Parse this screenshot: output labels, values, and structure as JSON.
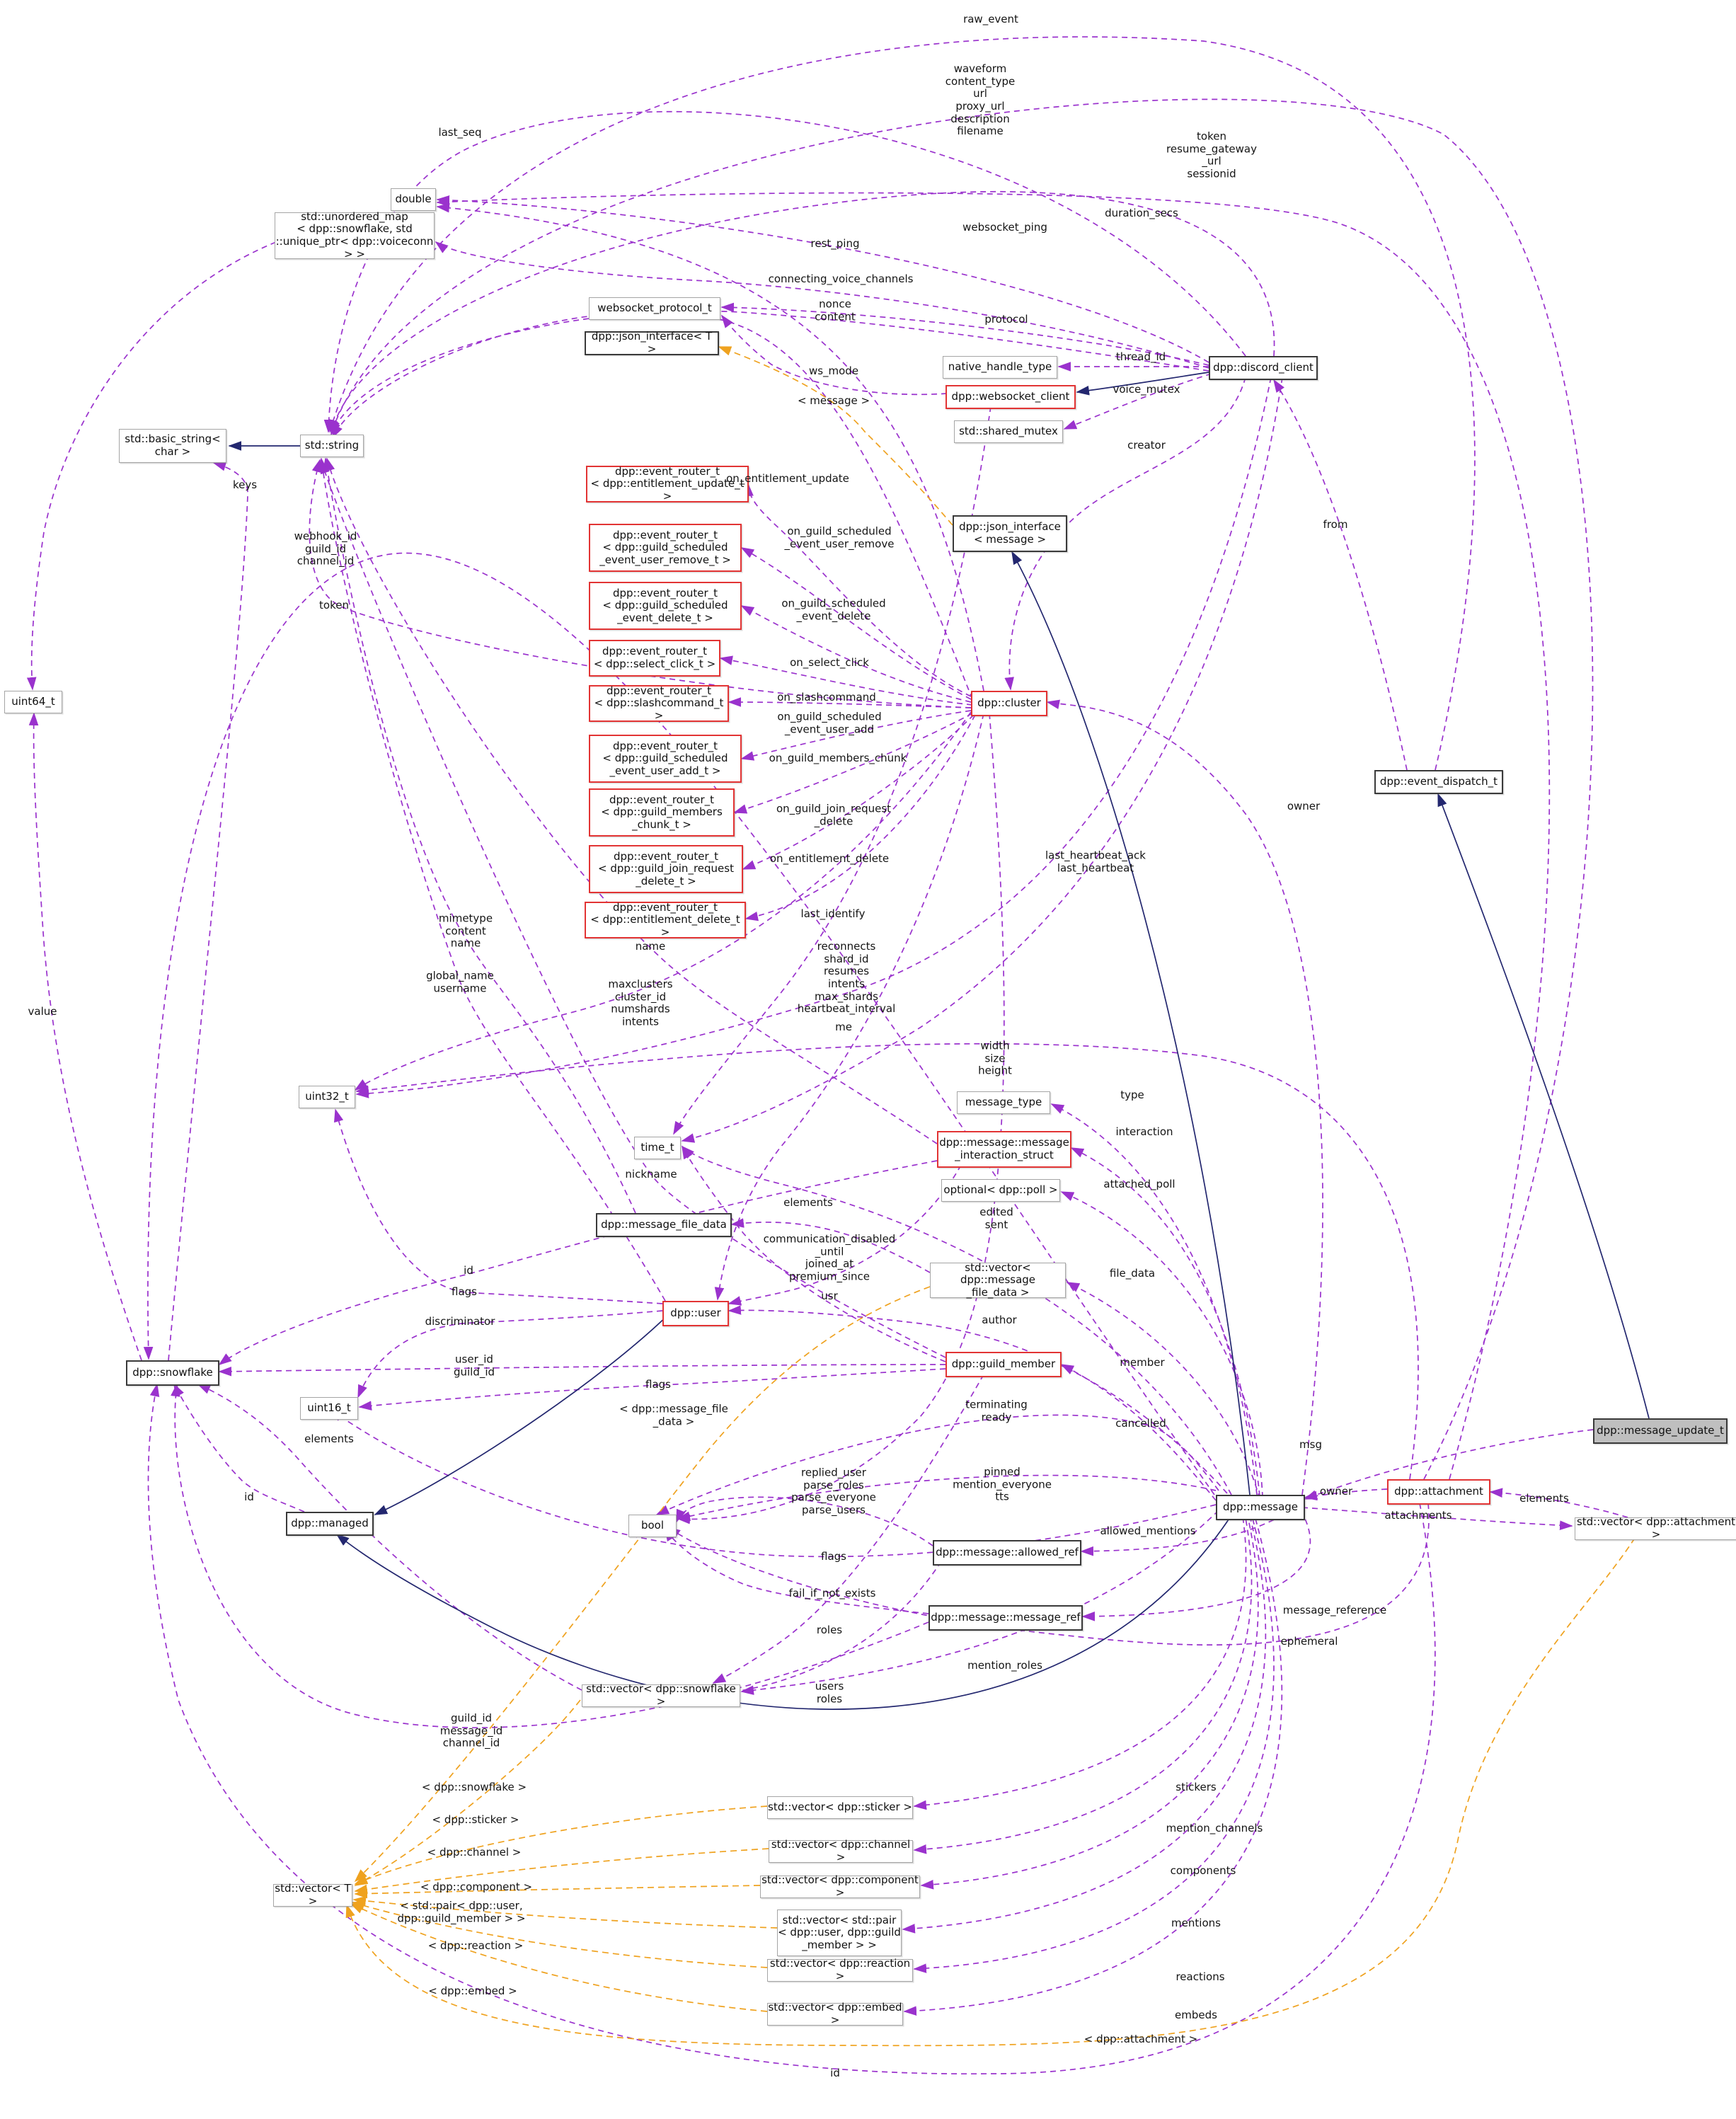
{
  "diagram": {
    "kind": "doxygen-collaboration-graph",
    "highlight_node": "dpp::message_update_t",
    "colors": {
      "usage_edge": "#9a32cd",
      "template_edge": "#efa21f",
      "inheritance_edge": "#23276f",
      "red_border": "#e23434",
      "bold_border": "#3a3a3a",
      "plain_border": "#a5a5a5",
      "highlight_bg": "#bfbfbf",
      "background": "#ffffff"
    }
  },
  "nodes": [
    {
      "id": "basicstring",
      "label": "std::basic_string<\nchar >",
      "style": "plain"
    },
    {
      "id": "string",
      "label": "std::string",
      "style": "plain"
    },
    {
      "id": "uint64",
      "label": "uint64_t",
      "style": "plain"
    },
    {
      "id": "umap",
      "label": "std::unordered_map\n< dpp::snowflake, std\n::unique_ptr< dpp::voiceconn > >",
      "style": "plain"
    },
    {
      "id": "double",
      "label": "double",
      "style": "plain"
    },
    {
      "id": "wpt",
      "label": "websocket_protocol_t",
      "style": "plain"
    },
    {
      "id": "jit",
      "label": "dpp::json_interface< T >",
      "style": "bold"
    },
    {
      "id": "nht",
      "label": "native_handle_type",
      "style": "plain"
    },
    {
      "id": "dc",
      "label": "dpp::discord_client",
      "style": "bold"
    },
    {
      "id": "wsc",
      "label": "dpp::websocket_client",
      "style": "red"
    },
    {
      "id": "smx",
      "label": "std::shared_mutex",
      "style": "plain"
    },
    {
      "id": "jim",
      "label": "dpp::json_interface\n< message >",
      "style": "bold"
    },
    {
      "id": "cluster",
      "label": "dpp::cluster",
      "style": "red"
    },
    {
      "id": "er1",
      "label": "dpp::event_router_t\n< dpp::entitlement_update_t >",
      "style": "red"
    },
    {
      "id": "er2",
      "label": "dpp::event_router_t\n< dpp::guild_scheduled\n_event_user_remove_t >",
      "style": "red"
    },
    {
      "id": "er3",
      "label": "dpp::event_router_t\n< dpp::guild_scheduled\n_event_delete_t >",
      "style": "red"
    },
    {
      "id": "er4",
      "label": "dpp::event_router_t\n< dpp::select_click_t >",
      "style": "red"
    },
    {
      "id": "er5",
      "label": "dpp::event_router_t\n< dpp::slashcommand_t >",
      "style": "red"
    },
    {
      "id": "er6",
      "label": "dpp::event_router_t\n< dpp::guild_scheduled\n_event_user_add_t >",
      "style": "red"
    },
    {
      "id": "er7",
      "label": "dpp::event_router_t\n< dpp::guild_members\n_chunk_t >",
      "style": "red"
    },
    {
      "id": "er8",
      "label": "dpp::event_router_t\n< dpp::guild_join_request\n_delete_t >",
      "style": "red"
    },
    {
      "id": "er9",
      "label": "dpp::event_router_t\n< dpp::entitlement_delete_t >",
      "style": "red"
    },
    {
      "id": "edt",
      "label": "dpp::event_dispatch_t",
      "style": "bold"
    },
    {
      "id": "uint32",
      "label": "uint32_t",
      "style": "plain"
    },
    {
      "id": "timet",
      "label": "time_t",
      "style": "plain"
    },
    {
      "id": "mfd",
      "label": "dpp::message_file_data",
      "style": "bold"
    },
    {
      "id": "mtype",
      "label": "message_type",
      "style": "plain"
    },
    {
      "id": "mis",
      "label": "dpp::message::message\n_interaction_struct",
      "style": "red"
    },
    {
      "id": "opoll",
      "label": "optional< dpp::poll >",
      "style": "plain"
    },
    {
      "id": "vmfd",
      "label": "std::vector< dpp::message\n_file_data >",
      "style": "plain"
    },
    {
      "id": "gm",
      "label": "dpp::guild_member",
      "style": "red"
    },
    {
      "id": "user",
      "label": "dpp::user",
      "style": "red"
    },
    {
      "id": "snow",
      "label": "dpp::snowflake",
      "style": "bold"
    },
    {
      "id": "uint16",
      "label": "uint16_t",
      "style": "plain"
    },
    {
      "id": "managed",
      "label": "dpp::managed",
      "style": "bold"
    },
    {
      "id": "bool",
      "label": "bool",
      "style": "plain"
    },
    {
      "id": "message",
      "label": "dpp::message",
      "style": "bold"
    },
    {
      "id": "attach",
      "label": "dpp::attachment",
      "style": "red"
    },
    {
      "id": "mut",
      "label": "dpp::message_update_t",
      "style": "highlight"
    },
    {
      "id": "vatt",
      "label": "std::vector< dpp::attachment >",
      "style": "plain"
    },
    {
      "id": "aref",
      "label": "dpp::message::allowed_ref",
      "style": "bold"
    },
    {
      "id": "mref",
      "label": "dpp::message::message_ref",
      "style": "bold"
    },
    {
      "id": "vsnow",
      "label": "std::vector< dpp::snowflake >",
      "style": "plain"
    },
    {
      "id": "vt",
      "label": "std::vector< T >",
      "style": "plain"
    },
    {
      "id": "vstick",
      "label": "std::vector< dpp::sticker >",
      "style": "plain"
    },
    {
      "id": "vchan",
      "label": "std::vector< dpp::channel >",
      "style": "plain"
    },
    {
      "id": "vcomp",
      "label": "std::vector< dpp::component >",
      "style": "plain"
    },
    {
      "id": "vpair",
      "label": "std::vector< std::pair\n< dpp::user, dpp::guild\n_member > >",
      "style": "plain"
    },
    {
      "id": "vreact",
      "label": "std::vector< dpp::reaction >",
      "style": "plain"
    },
    {
      "id": "vembed",
      "label": "std::vector< dpp::embed >",
      "style": "plain"
    }
  ],
  "edge_labels": [
    {
      "id": "l1",
      "text": "raw_event",
      "kind": "member"
    },
    {
      "id": "l2",
      "text": "waveform\ncontent_type\nurl\nproxy_url\ndescription\nfilename",
      "kind": "member"
    },
    {
      "id": "l3",
      "text": "last_seq",
      "kind": "member"
    },
    {
      "id": "l4",
      "text": "token\nresume_gateway\n_url\nsessionid",
      "kind": "member"
    },
    {
      "id": "l5",
      "text": "websocket_ping",
      "kind": "member"
    },
    {
      "id": "l6",
      "text": "duration_secs",
      "kind": "member"
    },
    {
      "id": "l7",
      "text": "rest_ping",
      "kind": "member"
    },
    {
      "id": "l8",
      "text": "connecting_voice_channels",
      "kind": "member"
    },
    {
      "id": "l9",
      "text": "nonce\ncontent",
      "kind": "member"
    },
    {
      "id": "l10",
      "text": "protocol",
      "kind": "member"
    },
    {
      "id": "l11",
      "text": "thread_id",
      "kind": "member"
    },
    {
      "id": "l12",
      "text": "ws_mode",
      "kind": "member"
    },
    {
      "id": "l13",
      "text": "< message >",
      "kind": "template"
    },
    {
      "id": "l14",
      "text": "voice_mutex",
      "kind": "member"
    },
    {
      "id": "l15",
      "text": "creator",
      "kind": "member"
    },
    {
      "id": "l16",
      "text": "keys",
      "kind": "member"
    },
    {
      "id": "l17",
      "text": "webhook_id\nguild_id\nchannel_id",
      "kind": "member"
    },
    {
      "id": "l18",
      "text": "token",
      "kind": "member"
    },
    {
      "id": "l19",
      "text": "from",
      "kind": "member"
    },
    {
      "id": "l20",
      "text": "on_entitlement_update",
      "kind": "member"
    },
    {
      "id": "l21",
      "text": "on_guild_scheduled\n_event_user_remove",
      "kind": "member"
    },
    {
      "id": "l22",
      "text": "on_guild_scheduled\n_event_delete",
      "kind": "member"
    },
    {
      "id": "l23",
      "text": "on_select_click",
      "kind": "member"
    },
    {
      "id": "l24",
      "text": "on_slashcommand",
      "kind": "member"
    },
    {
      "id": "l25",
      "text": "on_guild_scheduled\n_event_user_add",
      "kind": "member"
    },
    {
      "id": "l26",
      "text": "on_guild_members_chunk",
      "kind": "member"
    },
    {
      "id": "l27",
      "text": "on_guild_join_request\n_delete",
      "kind": "member"
    },
    {
      "id": "l28",
      "text": "on_entitlement_delete",
      "kind": "member"
    },
    {
      "id": "l29",
      "text": "last_identify",
      "kind": "member"
    },
    {
      "id": "l30",
      "text": "last_heartbeat_ack\nlast_heartbeat",
      "kind": "member"
    },
    {
      "id": "l31",
      "text": "owner",
      "kind": "member"
    },
    {
      "id": "l32",
      "text": "name",
      "kind": "member"
    },
    {
      "id": "l33",
      "text": "mimetype\ncontent\nname",
      "kind": "member"
    },
    {
      "id": "l34",
      "text": "global_name\nusername",
      "kind": "member"
    },
    {
      "id": "l35",
      "text": "maxclusters\ncluster_id\nnumshards\nintents",
      "kind": "member"
    },
    {
      "id": "l36",
      "text": "reconnects\nshard_id\nresumes\nintents\nmax_shards\nheartbeat_interval",
      "kind": "member"
    },
    {
      "id": "l37",
      "text": "me",
      "kind": "member"
    },
    {
      "id": "l38",
      "text": "value",
      "kind": "member"
    },
    {
      "id": "l39",
      "text": "width\nsize\nheight",
      "kind": "member"
    },
    {
      "id": "l40",
      "text": "type",
      "kind": "member"
    },
    {
      "id": "l41",
      "text": "interaction",
      "kind": "member"
    },
    {
      "id": "l42",
      "text": "attached_poll",
      "kind": "member"
    },
    {
      "id": "l43",
      "text": "edited\nsent",
      "kind": "member"
    },
    {
      "id": "l44",
      "text": "elements",
      "kind": "member"
    },
    {
      "id": "l45",
      "text": "nickname",
      "kind": "member"
    },
    {
      "id": "l46",
      "text": "communication_disabled\n_until\njoined_at\npremium_since",
      "kind": "member"
    },
    {
      "id": "l47",
      "text": "file_data",
      "kind": "member"
    },
    {
      "id": "l48",
      "text": "usr",
      "kind": "member"
    },
    {
      "id": "l49",
      "text": "author",
      "kind": "member"
    },
    {
      "id": "l50",
      "text": "id",
      "kind": "member"
    },
    {
      "id": "l51",
      "text": "flags",
      "kind": "member"
    },
    {
      "id": "l52",
      "text": "discriminator",
      "kind": "member"
    },
    {
      "id": "l53",
      "text": "member",
      "kind": "member"
    },
    {
      "id": "l54",
      "text": "user_id\nguild_id",
      "kind": "member"
    },
    {
      "id": "l55",
      "text": "flags",
      "kind": "member"
    },
    {
      "id": "l56",
      "text": "< dpp::message_file\n_data >",
      "kind": "template"
    },
    {
      "id": "l57",
      "text": "terminating\nready",
      "kind": "member"
    },
    {
      "id": "l58",
      "text": "elements",
      "kind": "member"
    },
    {
      "id": "l59",
      "text": "cancelled",
      "kind": "member"
    },
    {
      "id": "l60",
      "text": "msg",
      "kind": "member"
    },
    {
      "id": "l61",
      "text": "id",
      "kind": "member"
    },
    {
      "id": "l62",
      "text": "pinned\nmention_everyone\ntts",
      "kind": "member"
    },
    {
      "id": "l63",
      "text": "owner",
      "kind": "member"
    },
    {
      "id": "l64",
      "text": "elements",
      "kind": "member"
    },
    {
      "id": "l65",
      "text": "attachments",
      "kind": "member"
    },
    {
      "id": "l66",
      "text": "replied_user\nparse_roles\nparse_everyone\nparse_users",
      "kind": "member"
    },
    {
      "id": "l67",
      "text": "allowed_mentions",
      "kind": "member"
    },
    {
      "id": "l68",
      "text": "flags",
      "kind": "member"
    },
    {
      "id": "l69",
      "text": "fail_if_not_exists",
      "kind": "member"
    },
    {
      "id": "l70",
      "text": "message_reference",
      "kind": "member"
    },
    {
      "id": "l71",
      "text": "roles",
      "kind": "member"
    },
    {
      "id": "l72",
      "text": "ephemeral",
      "kind": "member"
    },
    {
      "id": "l73",
      "text": "mention_roles",
      "kind": "member"
    },
    {
      "id": "l74",
      "text": "users\nroles",
      "kind": "member"
    },
    {
      "id": "l75",
      "text": "guild_id\nmessage_id\nchannel_id",
      "kind": "member"
    },
    {
      "id": "l76",
      "text": "< dpp::snowflake >",
      "kind": "template"
    },
    {
      "id": "l77",
      "text": "stickers",
      "kind": "member"
    },
    {
      "id": "l78",
      "text": "< dpp::sticker >",
      "kind": "template"
    },
    {
      "id": "l79",
      "text": "mention_channels",
      "kind": "member"
    },
    {
      "id": "l80",
      "text": "< dpp::channel >",
      "kind": "template"
    },
    {
      "id": "l81",
      "text": "components",
      "kind": "member"
    },
    {
      "id": "l82",
      "text": "< dpp::component >",
      "kind": "template"
    },
    {
      "id": "l83",
      "text": "< std::pair< dpp::user,\ndpp::guild_member > >",
      "kind": "template"
    },
    {
      "id": "l84",
      "text": "mentions",
      "kind": "member"
    },
    {
      "id": "l85",
      "text": "< dpp::reaction >",
      "kind": "template"
    },
    {
      "id": "l86",
      "text": "reactions",
      "kind": "member"
    },
    {
      "id": "l87",
      "text": "< dpp::embed >",
      "kind": "template"
    },
    {
      "id": "l88",
      "text": "embeds",
      "kind": "member"
    },
    {
      "id": "l89",
      "text": "< dpp::attachment >",
      "kind": "template"
    },
    {
      "id": "l90",
      "text": "id",
      "kind": "member"
    }
  ]
}
